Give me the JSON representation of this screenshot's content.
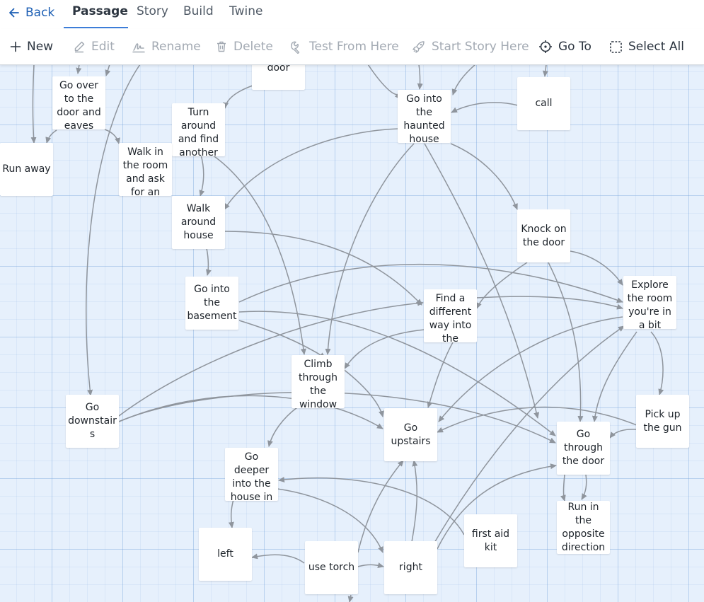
{
  "header": {
    "back_label": "Back",
    "tabs": [
      {
        "label": "Passage",
        "active": true
      },
      {
        "label": "Story",
        "active": false
      },
      {
        "label": "Build",
        "active": false
      },
      {
        "label": "Twine",
        "active": false
      }
    ]
  },
  "toolbar": {
    "new_label": "New",
    "edit_label": "Edit",
    "rename_label": "Rename",
    "delete_label": "Delete",
    "test_label": "Test From Here",
    "start_label": "Start Story Here",
    "goto_label": "Go To",
    "select_all_label": "Select All"
  },
  "passages": {
    "door": "door",
    "go_over": "Go over to the door and eaves",
    "turn_around": "Turn around and find another",
    "go_into_haunted": "Go into the haunted house",
    "call": "call",
    "run_away": "Run away",
    "walk_in_room": "Walk in the room and ask for an",
    "walk_around": "Walk around house",
    "knock": "Knock on the door",
    "go_basement": "Go into the basement",
    "find_way": "Find a different way into the house",
    "explore": "Explore the room you're in a bit more",
    "climb": "Climb through the window",
    "go_downstairs": "Go downstair s",
    "go_upstairs": "Go upstairs",
    "pick_gun": "Pick up the gun",
    "go_through": "Go through the door",
    "go_deeper": "Go deeper into the house in",
    "run_opposite": "Run in the opposite direction",
    "first_aid": "first aid kit",
    "left": "left",
    "use_torch": "use torch",
    "right": "right"
  },
  "colors": {
    "accent": "#3d7dd8",
    "link": "#1d5fb4",
    "canvas": "#e6f0fc",
    "arrow": "#8f959d"
  }
}
